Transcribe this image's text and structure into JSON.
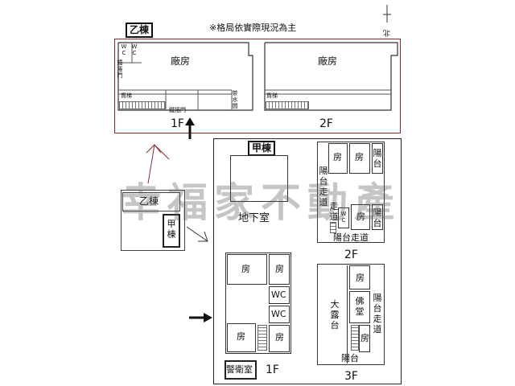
{
  "top_section": {
    "building_tag": "乙棟",
    "note": "※格局依實際現況為主",
    "north_label": "北",
    "floor1": {
      "label": "1F",
      "factory": "廠房",
      "wc": "WC",
      "iron_door": "鐵捲門",
      "goods_lift": "貨梯",
      "tea_room": "茶水間",
      "iron_shutter": "鐵捲門"
    },
    "floor2": {
      "label": "2F",
      "factory": "廠房",
      "goods_lift": "貨梯"
    }
  },
  "site_plan": {
    "building_b": "乙棟",
    "building_a": "甲棟"
  },
  "watermark": "幸福家不動產",
  "main_section": {
    "building_tag": "甲棟",
    "basement": {
      "label": "地下室"
    },
    "floor1": {
      "label": "1F",
      "room1": "房",
      "room2": "房",
      "wc1": "WC",
      "wc2": "WC",
      "room3": "房",
      "room4": "房",
      "guard_room": "警衛室"
    },
    "floor2": {
      "label": "2F",
      "room1": "房",
      "room2": "房",
      "balcony1": "陽台",
      "balcony_corridor": "陽台走道",
      "corridor": "走道",
      "wc": "WC",
      "room3": "房",
      "balcony2": "陽台",
      "balcony_corridor_bottom": "陽台走道"
    },
    "floor3": {
      "label": "3F",
      "terrace": "大露台",
      "room1": "房",
      "shrine": "佛堂",
      "room2": "房",
      "balcony_corridor": "陽台走道",
      "balcony": "陽台"
    }
  }
}
